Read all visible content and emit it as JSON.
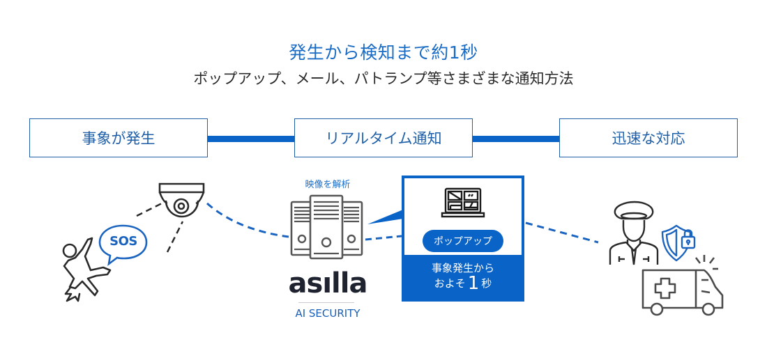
{
  "header": {
    "title": "発生から検知まで約1秒",
    "subtitle": "ポップアップ、メール、パトランプ等さまざまな通知方法"
  },
  "stages": [
    {
      "label": "事象が発生"
    },
    {
      "label": "リアルタイム通知"
    },
    {
      "label": "迅速な対応"
    }
  ],
  "incident": {
    "speech_text": "SOS",
    "icons": [
      "falling-person-icon",
      "speech-bubble-icon",
      "dome-camera-icon"
    ]
  },
  "analysis": {
    "caption": "映像を解析",
    "icon": "server-icon",
    "logo_text": "asılla",
    "logo_subtitle": "AI SECURITY"
  },
  "notification": {
    "icon": "laptop-icon",
    "pill_label": "ポップアップ",
    "band_line1": "事象発生から",
    "band_line2_prefix": "およそ",
    "band_line2_number": "1",
    "band_line2_suffix": "秒"
  },
  "response": {
    "icons": [
      "security-guard-icon",
      "shield-lock-icon",
      "ambulance-icon"
    ]
  },
  "colors": {
    "accent": "#0a64c8",
    "title_blue": "#1a6cc4",
    "stage_border": "#1f5fa8",
    "icon_gray": "#4a4a4a",
    "logo_navy": "#1f2330"
  }
}
